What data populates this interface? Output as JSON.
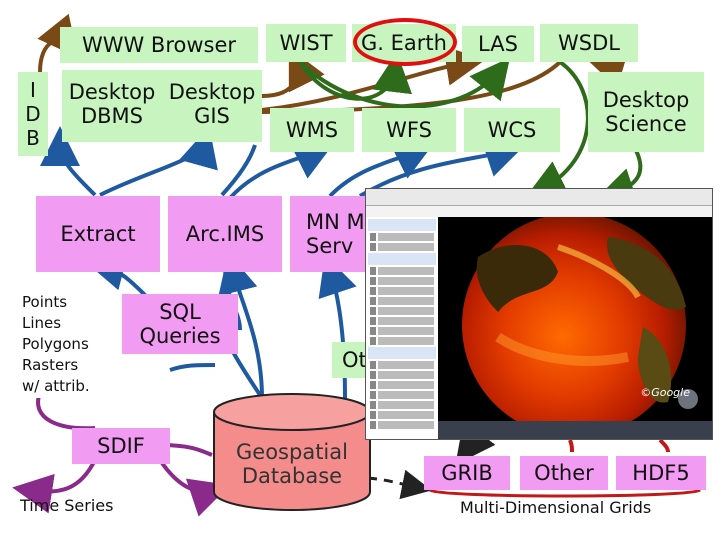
{
  "top_row": {
    "www_browser": "WWW Browser",
    "wist": "WIST",
    "google_earth": "G. Earth",
    "las": "LAS",
    "wsdl": "WSDL"
  },
  "second_row": {
    "idb": "I\nD\nB",
    "desktop_dbms": "Desktop\nDBMS",
    "desktop_gis": "Desktop\nGIS",
    "wms": "WMS",
    "wfs": "WFS",
    "wcs": "WCS",
    "desktop_science": "Desktop\nScience"
  },
  "middle_row": {
    "extract": "Extract",
    "arcims": "Arc.IMS",
    "mn_map_server": "MN M\nServ",
    "partial_right": "s",
    "features_list": "Points\nLines\nPolygons\nRasters\nw/ attrib.",
    "sql_queries": "SQL\nQueries",
    "partial_other": "Ot"
  },
  "bottom_row": {
    "sdif": "SDIF",
    "time_series": "Time Series",
    "geospatial_database": "Geospatial\nDatabase",
    "grib": "GRIB",
    "other": "Other",
    "hdf5": "HDF5",
    "multi_dimensional_grids": "Multi-Dimensional Grids"
  },
  "screenshot": {
    "google_logo": "©Google"
  },
  "colors": {
    "green_box": "#c8f4c0",
    "pink_box": "#f29bf2",
    "arrow_brown": "#7a4a16",
    "arrow_blue": "#1f5aa0",
    "arrow_green": "#2e6b1a",
    "arrow_purple": "#8a2a8a",
    "highlight_red": "#e01010",
    "cylinder_pink": "#f48c8c"
  }
}
